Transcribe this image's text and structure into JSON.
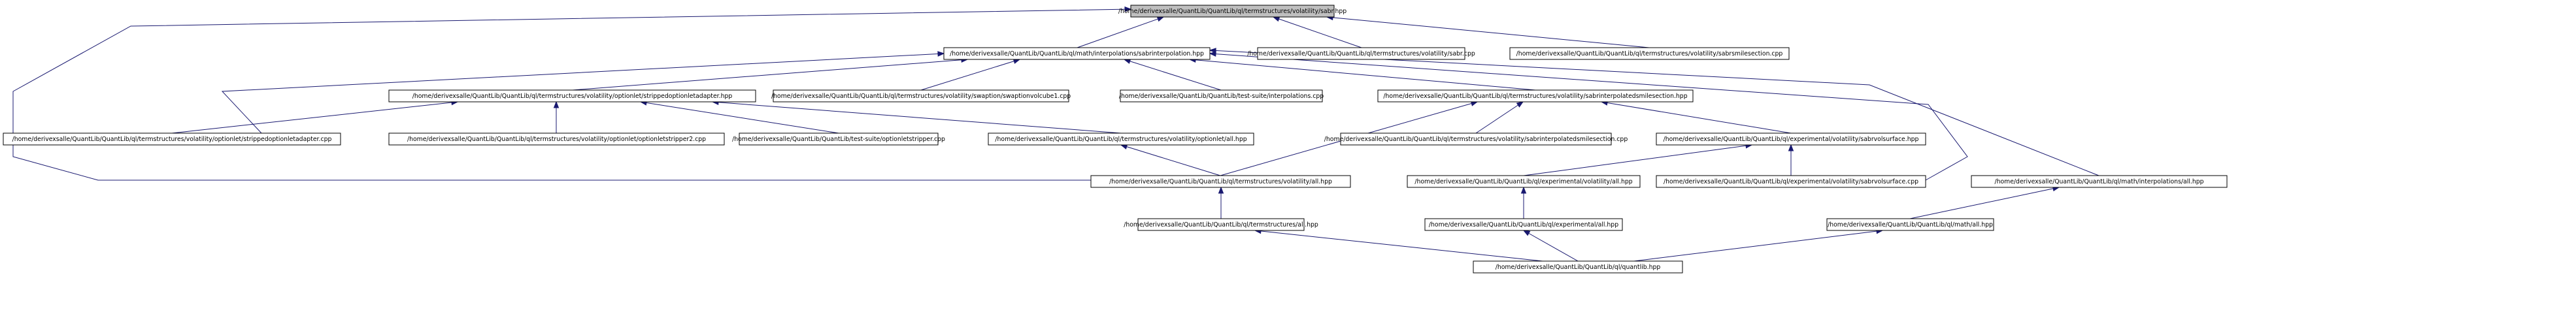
{
  "nodes": [
    {
      "id": "n0",
      "label": "/home/derivexsalle/QuantLib/QuantLib/ql/termstructures/volatility/sabr.hpp",
      "highlighted": true
    },
    {
      "id": "n1",
      "label": "/home/derivexsalle/QuantLib/QuantLib/ql/math/interpolations/sabrinterpolation.hpp"
    },
    {
      "id": "n2",
      "label": "/home/derivexsalle/QuantLib/QuantLib/ql/termstructures/volatility/sabr.cpp"
    },
    {
      "id": "n3",
      "label": "/home/derivexsalle/QuantLib/QuantLib/ql/termstructures/volatility/sabrsmilesection.cpp"
    },
    {
      "id": "n4",
      "label": "/home/derivexsalle/QuantLib/QuantLib/ql/termstructures/volatility/optionlet/strippedoptionletadapter.hpp"
    },
    {
      "id": "n5",
      "label": "/home/derivexsalle/QuantLib/QuantLib/ql/termstructures/volatility/swaption/swaptionvolcube1.cpp"
    },
    {
      "id": "n6",
      "label": "/home/derivexsalle/QuantLib/QuantLib/test-suite/interpolations.cpp"
    },
    {
      "id": "n7",
      "label": "/home/derivexsalle/QuantLib/QuantLib/ql/termstructures/volatility/sabrinterpolatedsmilesection.hpp"
    },
    {
      "id": "n8",
      "label": "/home/derivexsalle/QuantLib/QuantLib/ql/termstructures/volatility/optionlet/strippedoptionletadapter.cpp"
    },
    {
      "id": "n9",
      "label": "/home/derivexsalle/QuantLib/QuantLib/ql/termstructures/volatility/optionlet/optionletstripper2.cpp"
    },
    {
      "id": "n10",
      "label": "/home/derivexsalle/QuantLib/QuantLib/test-suite/optionletstripper.cpp"
    },
    {
      "id": "n11",
      "label": "/home/derivexsalle/QuantLib/QuantLib/ql/termstructures/volatility/optionlet/all.hpp"
    },
    {
      "id": "n12",
      "label": "/home/derivexsalle/QuantLib/QuantLib/ql/termstructures/volatility/sabrinterpolatedsmilesection.cpp"
    },
    {
      "id": "n13",
      "label": "/home/derivexsalle/QuantLib/QuantLib/ql/experimental/volatility/sabrvolsurface.hpp"
    },
    {
      "id": "n14",
      "label": "/home/derivexsalle/QuantLib/QuantLib/ql/termstructures/volatility/all.hpp"
    },
    {
      "id": "n15",
      "label": "/home/derivexsalle/QuantLib/QuantLib/ql/experimental/volatility/all.hpp"
    },
    {
      "id": "n16",
      "label": "/home/derivexsalle/QuantLib/QuantLib/ql/experimental/volatility/sabrvolsurface.cpp"
    },
    {
      "id": "n17",
      "label": "/home/derivexsalle/QuantLib/QuantLib/ql/math/interpolations/all.hpp"
    },
    {
      "id": "n18",
      "label": "/home/derivexsalle/QuantLib/QuantLib/ql/termstructures/all.hpp"
    },
    {
      "id": "n19",
      "label": "/home/derivexsalle/QuantLib/QuantLib/ql/experimental/all.hpp"
    },
    {
      "id": "n20",
      "label": "/home/derivexsalle/QuantLib/QuantLib/ql/math/all.hpp"
    },
    {
      "id": "n21",
      "label": "/home/derivexsalle/QuantLib/QuantLib/ql/quantlib.hpp"
    }
  ],
  "edges": [
    {
      "from": "n1",
      "to": "n0"
    },
    {
      "from": "n2",
      "to": "n0"
    },
    {
      "from": "n3",
      "to": "n0"
    },
    {
      "from": "n14",
      "to": "n0"
    },
    {
      "from": "n4",
      "to": "n1"
    },
    {
      "from": "n5",
      "to": "n1"
    },
    {
      "from": "n6",
      "to": "n1"
    },
    {
      "from": "n7",
      "to": "n1"
    },
    {
      "from": "n8",
      "to": "n1"
    },
    {
      "from": "n16",
      "to": "n1"
    },
    {
      "from": "n17",
      "to": "n1"
    },
    {
      "from": "n8",
      "to": "n4"
    },
    {
      "from": "n9",
      "to": "n4"
    },
    {
      "from": "n10",
      "to": "n4"
    },
    {
      "from": "n11",
      "to": "n4"
    },
    {
      "from": "n12",
      "to": "n7"
    },
    {
      "from": "n13",
      "to": "n7"
    },
    {
      "from": "n14",
      "to": "n7"
    },
    {
      "from": "n14",
      "to": "n11"
    },
    {
      "from": "n15",
      "to": "n13"
    },
    {
      "from": "n16",
      "to": "n13"
    },
    {
      "from": "n18",
      "to": "n14"
    },
    {
      "from": "n19",
      "to": "n15"
    },
    {
      "from": "n20",
      "to": "n17"
    },
    {
      "from": "n21",
      "to": "n18"
    },
    {
      "from": "n21",
      "to": "n19"
    },
    {
      "from": "n21",
      "to": "n20"
    }
  ],
  "colors": {
    "node_fill": "#ffffff",
    "highlight_fill": "#bfbfbf",
    "node_border": "#000000",
    "edge": "#191970"
  }
}
